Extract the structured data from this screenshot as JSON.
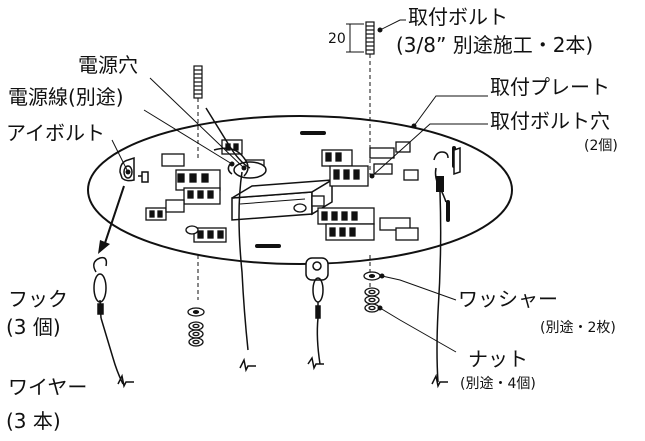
{
  "labels": {
    "dimension": "20",
    "mounting_bolt": "取付ボルト",
    "mounting_bolt_note": "(3/8” 別途施工・2本)",
    "power_hole": "電源穴",
    "power_cable": "電源線(別途)",
    "eye_bolt": "アイボルト",
    "mounting_plate": "取付プレート",
    "bolt_hole": "取付ボルト穴",
    "bolt_hole_count": "(2個)",
    "hook": "フック",
    "hook_count": "(3 個)",
    "washer": "ワッシャー",
    "washer_note": "(別途・2枚)",
    "nut": "ナット",
    "nut_note": "(別途・4個)",
    "wire": "ワイヤー",
    "wire_count": "(3 本)"
  }
}
